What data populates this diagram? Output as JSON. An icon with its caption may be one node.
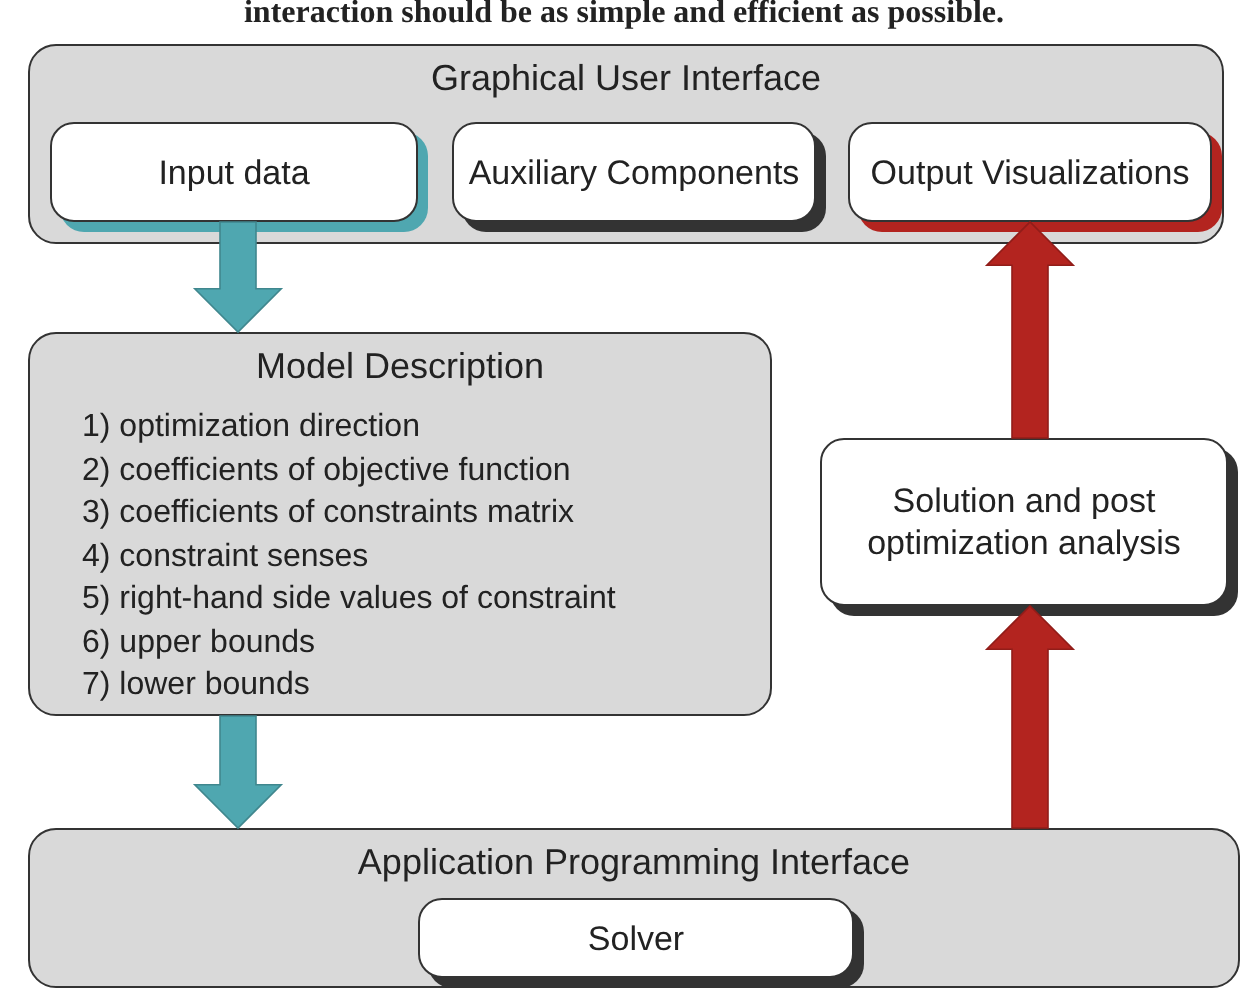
{
  "diagram": {
    "nodes": [
      {
        "text": [
          "Graphical User Interface"
        ]
      },
      {
        "text": [
          "Input data"
        ],
        "in": 0
      },
      {
        "text": [
          "Auxiliary Components"
        ],
        "in": 0
      },
      {
        "text": [
          "Output Visualizations"
        ],
        "in": 0
      },
      {
        "text": [
          "Model Description",
          "1) optimization direction",
          "2) coefficients of objective function",
          "3) coefficients of constraints matrix",
          "4) constraint senses",
          "5) right-hand side values of constraint",
          "6) upper bounds",
          "7) lower bounds"
        ]
      },
      {
        "text": [
          "Solution and post optimization analysis"
        ]
      },
      {
        "text": [
          "Application Programming Interface"
        ]
      },
      {
        "text": [
          "Solver"
        ],
        "in": 6
      }
    ],
    "edges": [
      {
        "from": 1,
        "to": 4,
        "arrow": "to",
        "style": "thick",
        "color": "#4fa7b0"
      },
      {
        "from": 4,
        "to": 6,
        "arrow": "to",
        "style": "thick",
        "color": "#4fa7b0"
      },
      {
        "from": 6,
        "to": 5,
        "arrow": "to",
        "style": "thick",
        "color": "#b3241f"
      },
      {
        "from": 5,
        "to": 3,
        "arrow": "to",
        "style": "thick",
        "color": "#b3241f"
      }
    ],
    "labels": [
      "interaction should be as simple and efficient as possible."
    ]
  }
}
